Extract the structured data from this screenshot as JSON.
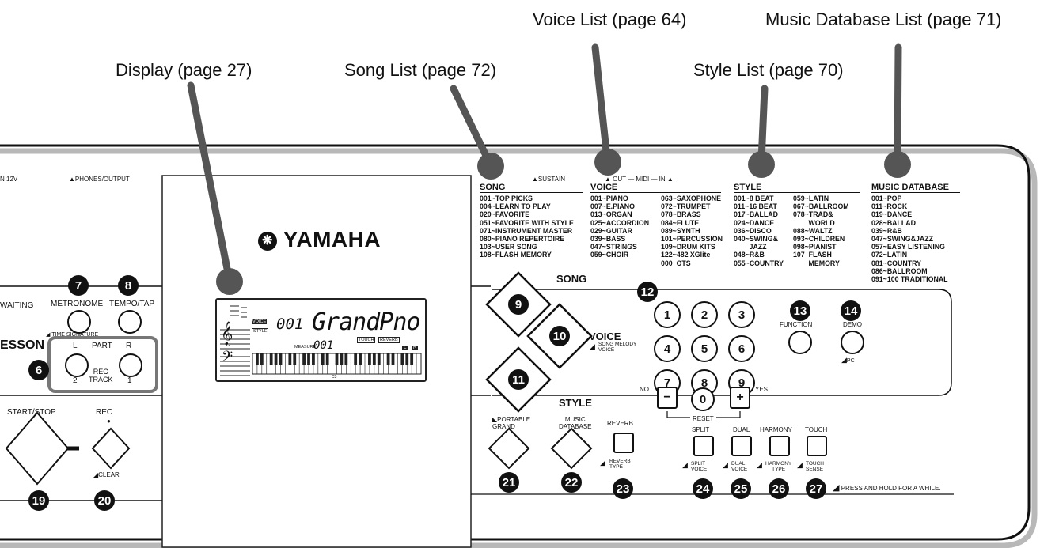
{
  "callouts": {
    "display": "Display (page 27)",
    "song_list": "Song List (page 72)",
    "voice_list": "Voice List (page 64)",
    "style_list": "Style List (page 70)",
    "music_db_list": "Music Database List (page 71)"
  },
  "jacks": {
    "dc_in": "N 12V",
    "phones": "▲PHONES/OUTPUT",
    "sustain": "▲SUSTAIN",
    "midi": "▲ OUT — MIDI — IN ▲"
  },
  "brand": "YAMAHA",
  "song": {
    "heading": "SONG",
    "items": "001~TOP PICKS\n004~LEARN TO PLAY\n020~FAVORITE\n051~FAVORITE WITH STYLE\n071~INSTRUMENT MASTER\n080~PIANO REPERTOIRE\n103~USER SONG\n108~FLASH MEMORY"
  },
  "voice": {
    "heading": "VOICE",
    "col1": "001~PIANO\n007~E.PIANO\n013~ORGAN\n025~ACCORDION\n029~GUITAR\n039~BASS\n047~STRINGS\n059~CHOIR",
    "col2": "063~SAXOPHONE\n072~TRUMPET\n078~BRASS\n084~FLUTE\n089~SYNTH\n101~PERCUSSION\n109~DRUM KITS\n122~482 XGlite\n000  OTS"
  },
  "style": {
    "heading": "STYLE",
    "col1": "001~8 BEAT\n011~16 BEAT\n017~BALLAD\n024~DANCE\n036~DISCO\n040~SWING&\n        JAZZ\n048~R&B\n055~COUNTRY",
    "col2": "059~LATIN\n067~BALLROOM\n078~TRAD&\n        WORLD\n088~WALTZ\n093~CHILDREN\n098~PIANIST\n107  FLASH\n        MEMORY"
  },
  "music_db": {
    "heading": "MUSIC DATABASE",
    "items": "001~POP\n011~ROCK\n019~DANCE\n028~BALLAD\n039~R&B\n047~SWING&JAZZ\n057~EASY LISTENING\n072~LATIN\n081~COUNTRY\n086~BALLROOM\n091~100 TRADITIONAL"
  },
  "left_panel": {
    "waiting": "WAITING",
    "lesson": "ESSON",
    "metronome": "METRONOME",
    "tempo_tap": "TEMPO/TAP",
    "time_signature": "TIME SIGNATURE",
    "part": "PART",
    "part_l": "L",
    "part_r": "R",
    "rec_track": "REC\nTRACK",
    "track_2": "2",
    "track_1": "1",
    "start_stop": "START/STOP",
    "rec": "REC",
    "clear": "CLEAR"
  },
  "lcd": {
    "voice_tag": "VOICE",
    "style_tag": "STYLE",
    "number": "001",
    "name": "GrandPno",
    "touch": "TOUCH",
    "reverb": "REVERB",
    "measure": "MEASURE",
    "measure_num": "001",
    "l": "L",
    "r": "R",
    "c3": "C3"
  },
  "mode_buttons": {
    "song": "SONG",
    "voice": "VOICE",
    "voice_sub": "SONG MELODY\nVOICE",
    "style": "STYLE"
  },
  "numpad": {
    "keys": [
      "1",
      "2",
      "3",
      "4",
      "5",
      "6",
      "7",
      "8",
      "9"
    ],
    "minus": "−",
    "zero": "0",
    "plus": "+",
    "no": "NO",
    "yes": "YES",
    "reset": "RESET"
  },
  "function": "FUNCTION",
  "demo": "DEMO",
  "demo_sub": "PC",
  "bottom": {
    "portable_grand": "PORTABLE\nGRAND",
    "music_database": "MUSIC\nDATABASE",
    "reverb": "REVERB",
    "reverb_sub": "REVERB\nTYPE",
    "split": "SPLIT",
    "split_sub": "SPLIT\nVOICE",
    "dual": "DUAL",
    "dual_sub": "DUAL\nVOICE",
    "harmony": "HARMONY",
    "harmony_sub": "HARMONY\nTYPE",
    "touch": "TOUCH",
    "touch_sub": "TOUCH\nSENSE",
    "press_hold": "PRESS AND HOLD FOR A WHILE."
  },
  "badges": {
    "b6": "6",
    "b7": "7",
    "b8": "8",
    "b9": "9",
    "b10": "10",
    "b11": "11",
    "b12": "12",
    "b13": "13",
    "b14": "14",
    "b19": "19",
    "b20": "20",
    "b21": "21",
    "b22": "22",
    "b23": "23",
    "b24": "24",
    "b25": "25",
    "b26": "26",
    "b27": "27"
  }
}
